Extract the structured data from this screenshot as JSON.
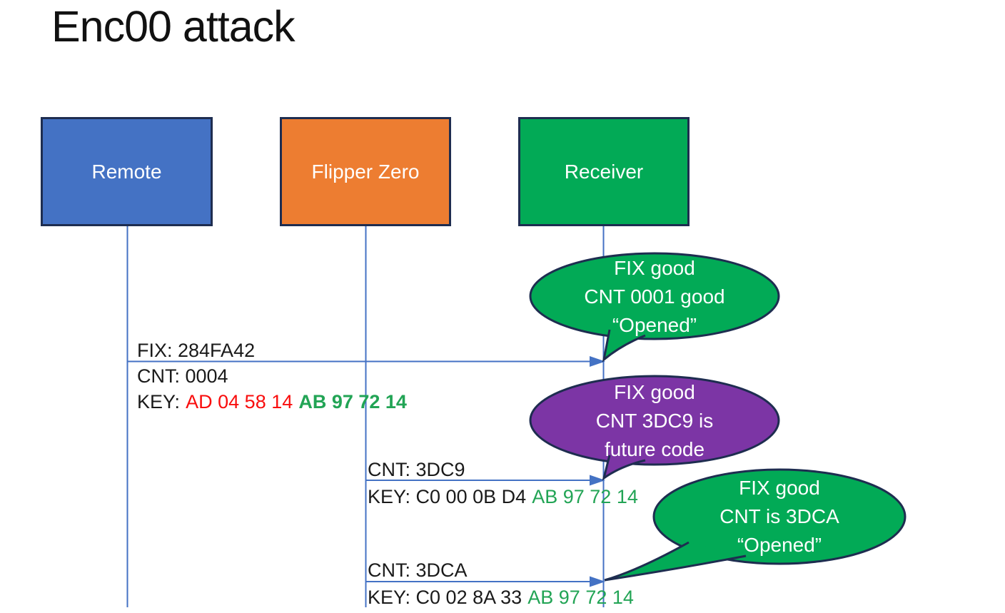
{
  "title": "Enc00 attack",
  "actors": [
    {
      "label": "Remote",
      "color": "#4472c4"
    },
    {
      "label": "Flipper Zero",
      "color": "#ed7d31"
    },
    {
      "label": "Receiver",
      "color": "#02aa56"
    }
  ],
  "messages": [
    {
      "fix": "FIX: 284FA42",
      "cnt": "CNT: 0004",
      "key_label": "KEY:",
      "key_red": "AD 04 58 14",
      "key_green": "AB 97 72 14"
    },
    {
      "cnt": "CNT: 3DC9",
      "key_black": "KEY: C0 00 0B D4",
      "key_green": "AB 97 72 14"
    },
    {
      "cnt": "CNT: 3DCA",
      "key_black": "KEY: C0 02 8A 33",
      "key_green": "AB 97 72 14"
    }
  ],
  "callouts": [
    {
      "color": "#02aa56",
      "lines": [
        "FIX good",
        "CNT 0001 good",
        "“Opened”"
      ]
    },
    {
      "color": "#7c35a5",
      "lines": [
        "FIX good",
        "CNT 3DC9 is",
        "future code"
      ]
    },
    {
      "color": "#02aa56",
      "lines": [
        "FIX good",
        "CNT is 3DCA",
        "“Opened”"
      ]
    }
  ],
  "colors": {
    "actor_border": "#1e2d50",
    "bubble_border": "#1e2d50",
    "lifeline_arrow_blue": "#4472c4",
    "key_red_text": "#f90d0d",
    "key_green_text": "#22a455",
    "title_text": "#111111",
    "body_text": "#1a1a1a"
  }
}
